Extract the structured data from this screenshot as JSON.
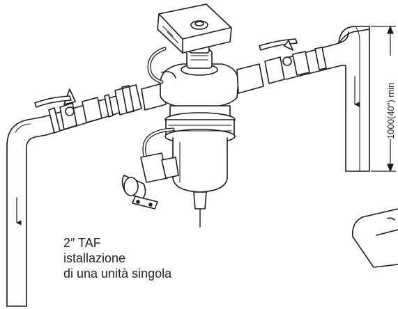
{
  "dimension": {
    "label": "1000(40\") min"
  },
  "caption": {
    "line1": "2″ TAF",
    "line2": "istallazione",
    "line3": "di una unità singola"
  },
  "colors": {
    "line": "#1a1a1a",
    "fill": "#ffffff",
    "shade": "#e8e8e8"
  }
}
